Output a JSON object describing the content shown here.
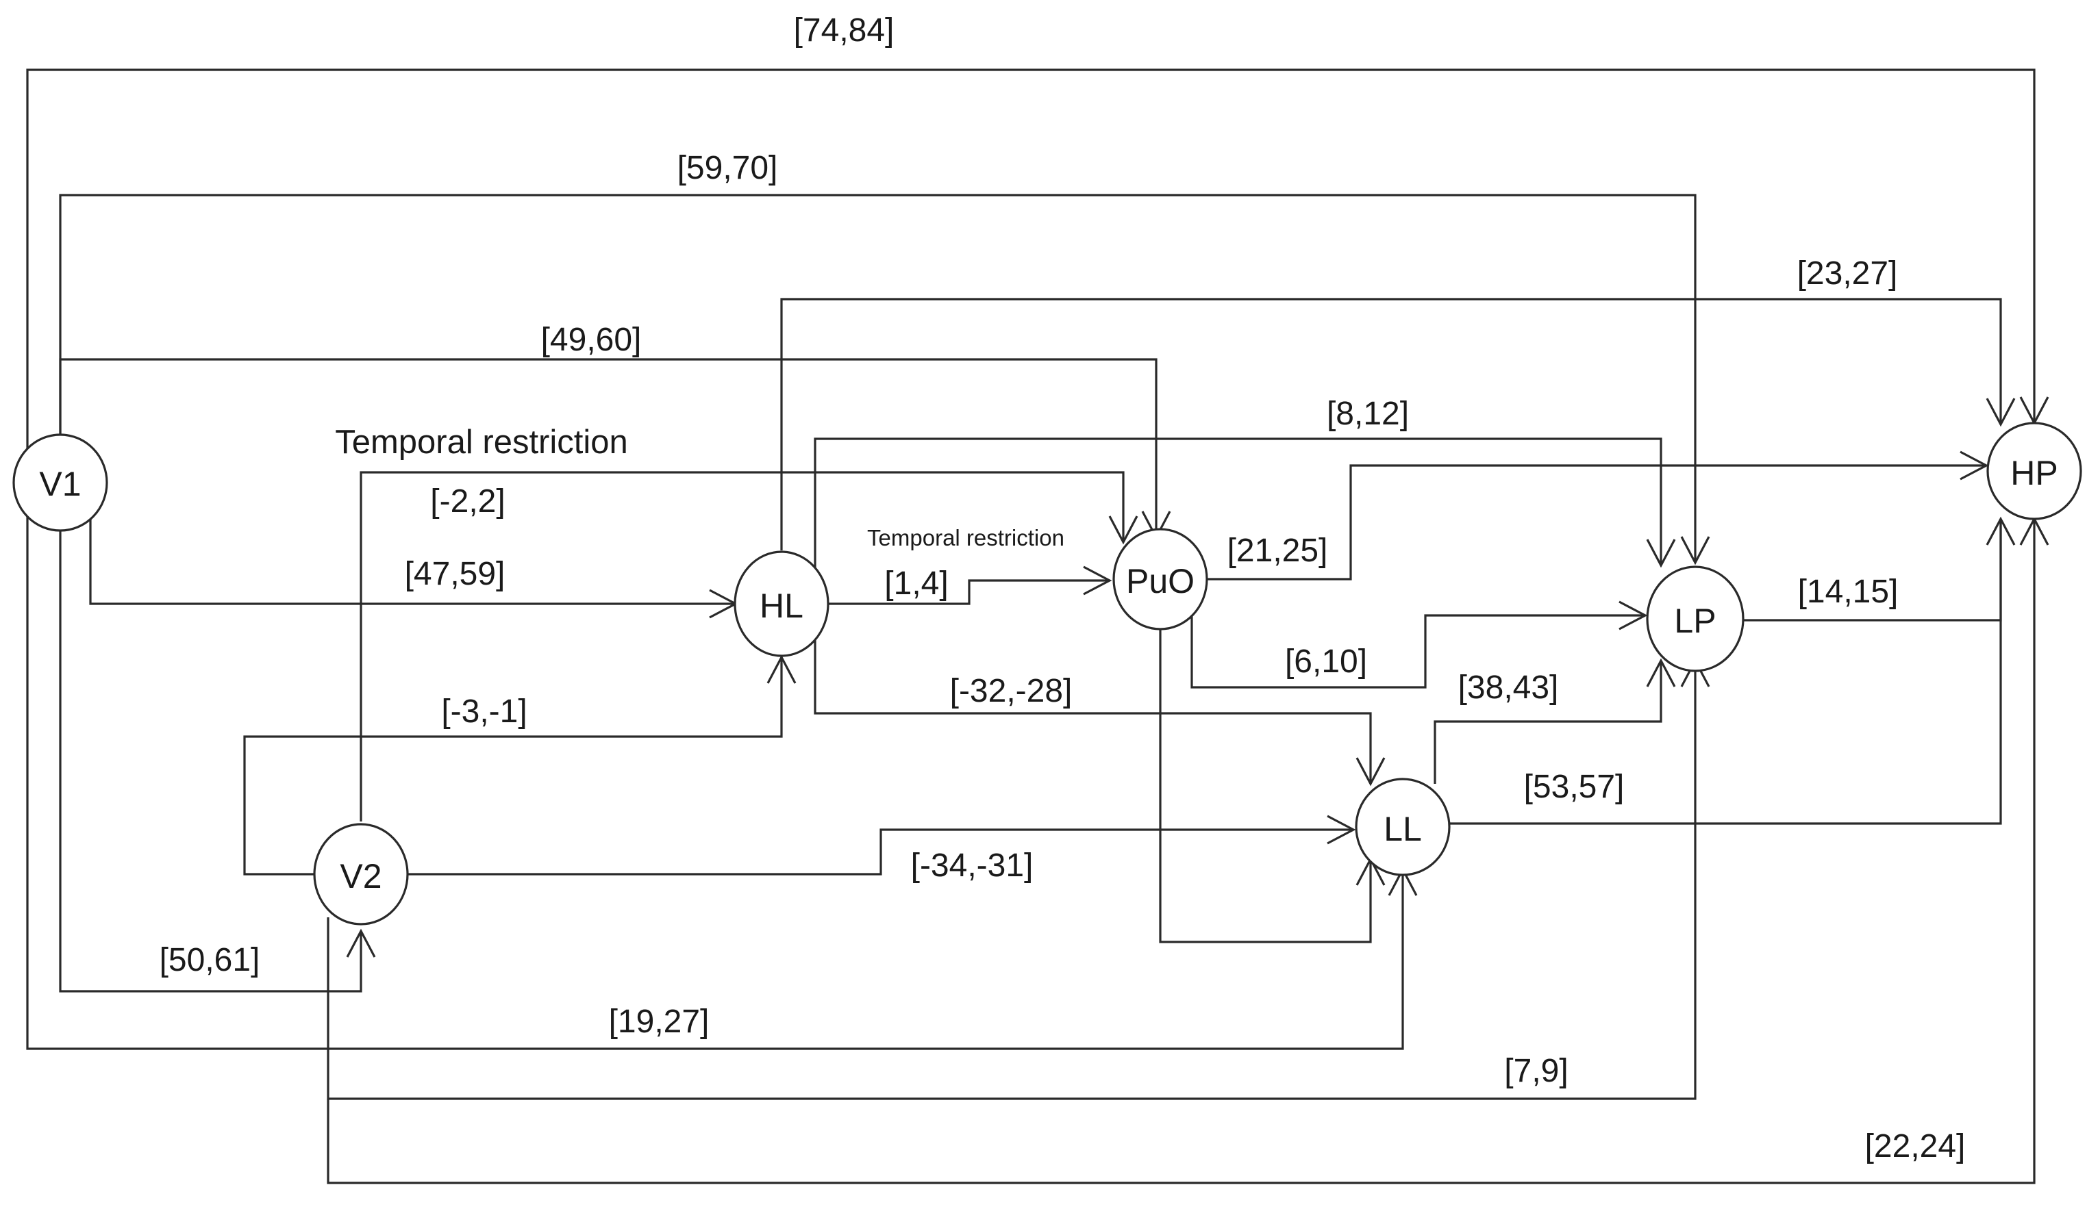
{
  "nodes": {
    "V1": "V1",
    "V2": "V2",
    "HL": "HL",
    "PuO": "PuO",
    "LL": "LL",
    "LP": "LP",
    "HP": "HP"
  },
  "edges": {
    "V1_HP": "[74,84]",
    "V1_LP": "[59,70]",
    "HL_HP": "[23,27]",
    "V1_PuO": "[49,60]",
    "HL_LP": "[8,12]",
    "V2_PuO": "[-2,2]",
    "PuO_HP": "[21,25]",
    "V1_HL": "[47,59]",
    "HL_PuO": "[1,4]",
    "LP_HP": "[14,15]",
    "PuO_LP": "[6,10]",
    "HL_LL": "[-32,-28]",
    "LL_LP": "[38,43]",
    "V2_HL": "[-3,-1]",
    "LL_HP": "[53,57]",
    "V2_LL": "[-34,-31]",
    "V1_V2": "[50,61]",
    "V1_LL": "[19,27]",
    "V2_LP": "[7,9]",
    "V2_HP": "[22,24]"
  },
  "annotations": {
    "temporal_restriction_large": "Temporal restriction",
    "temporal_restriction_small": "Temporal restriction"
  }
}
